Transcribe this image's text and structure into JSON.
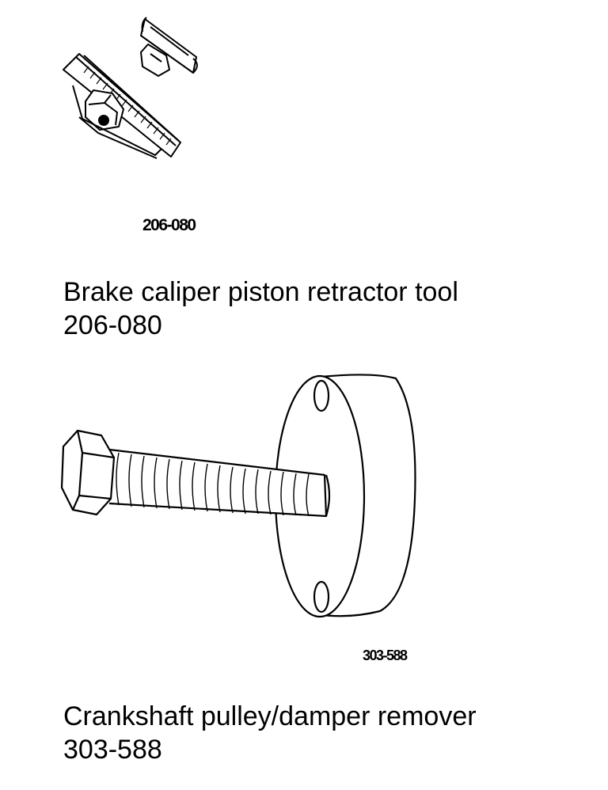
{
  "tools": [
    {
      "figure_label": "206-080",
      "caption_name": "Brake caliper piston retractor tool",
      "caption_number": "206-080",
      "illustration": "brake-caliper-piston-retractor-drawing"
    },
    {
      "figure_label": "303-588",
      "caption_name": "Crankshaft pulley/damper remover",
      "caption_number": "303-588",
      "illustration": "crankshaft-pulley-damper-remover-drawing"
    }
  ]
}
